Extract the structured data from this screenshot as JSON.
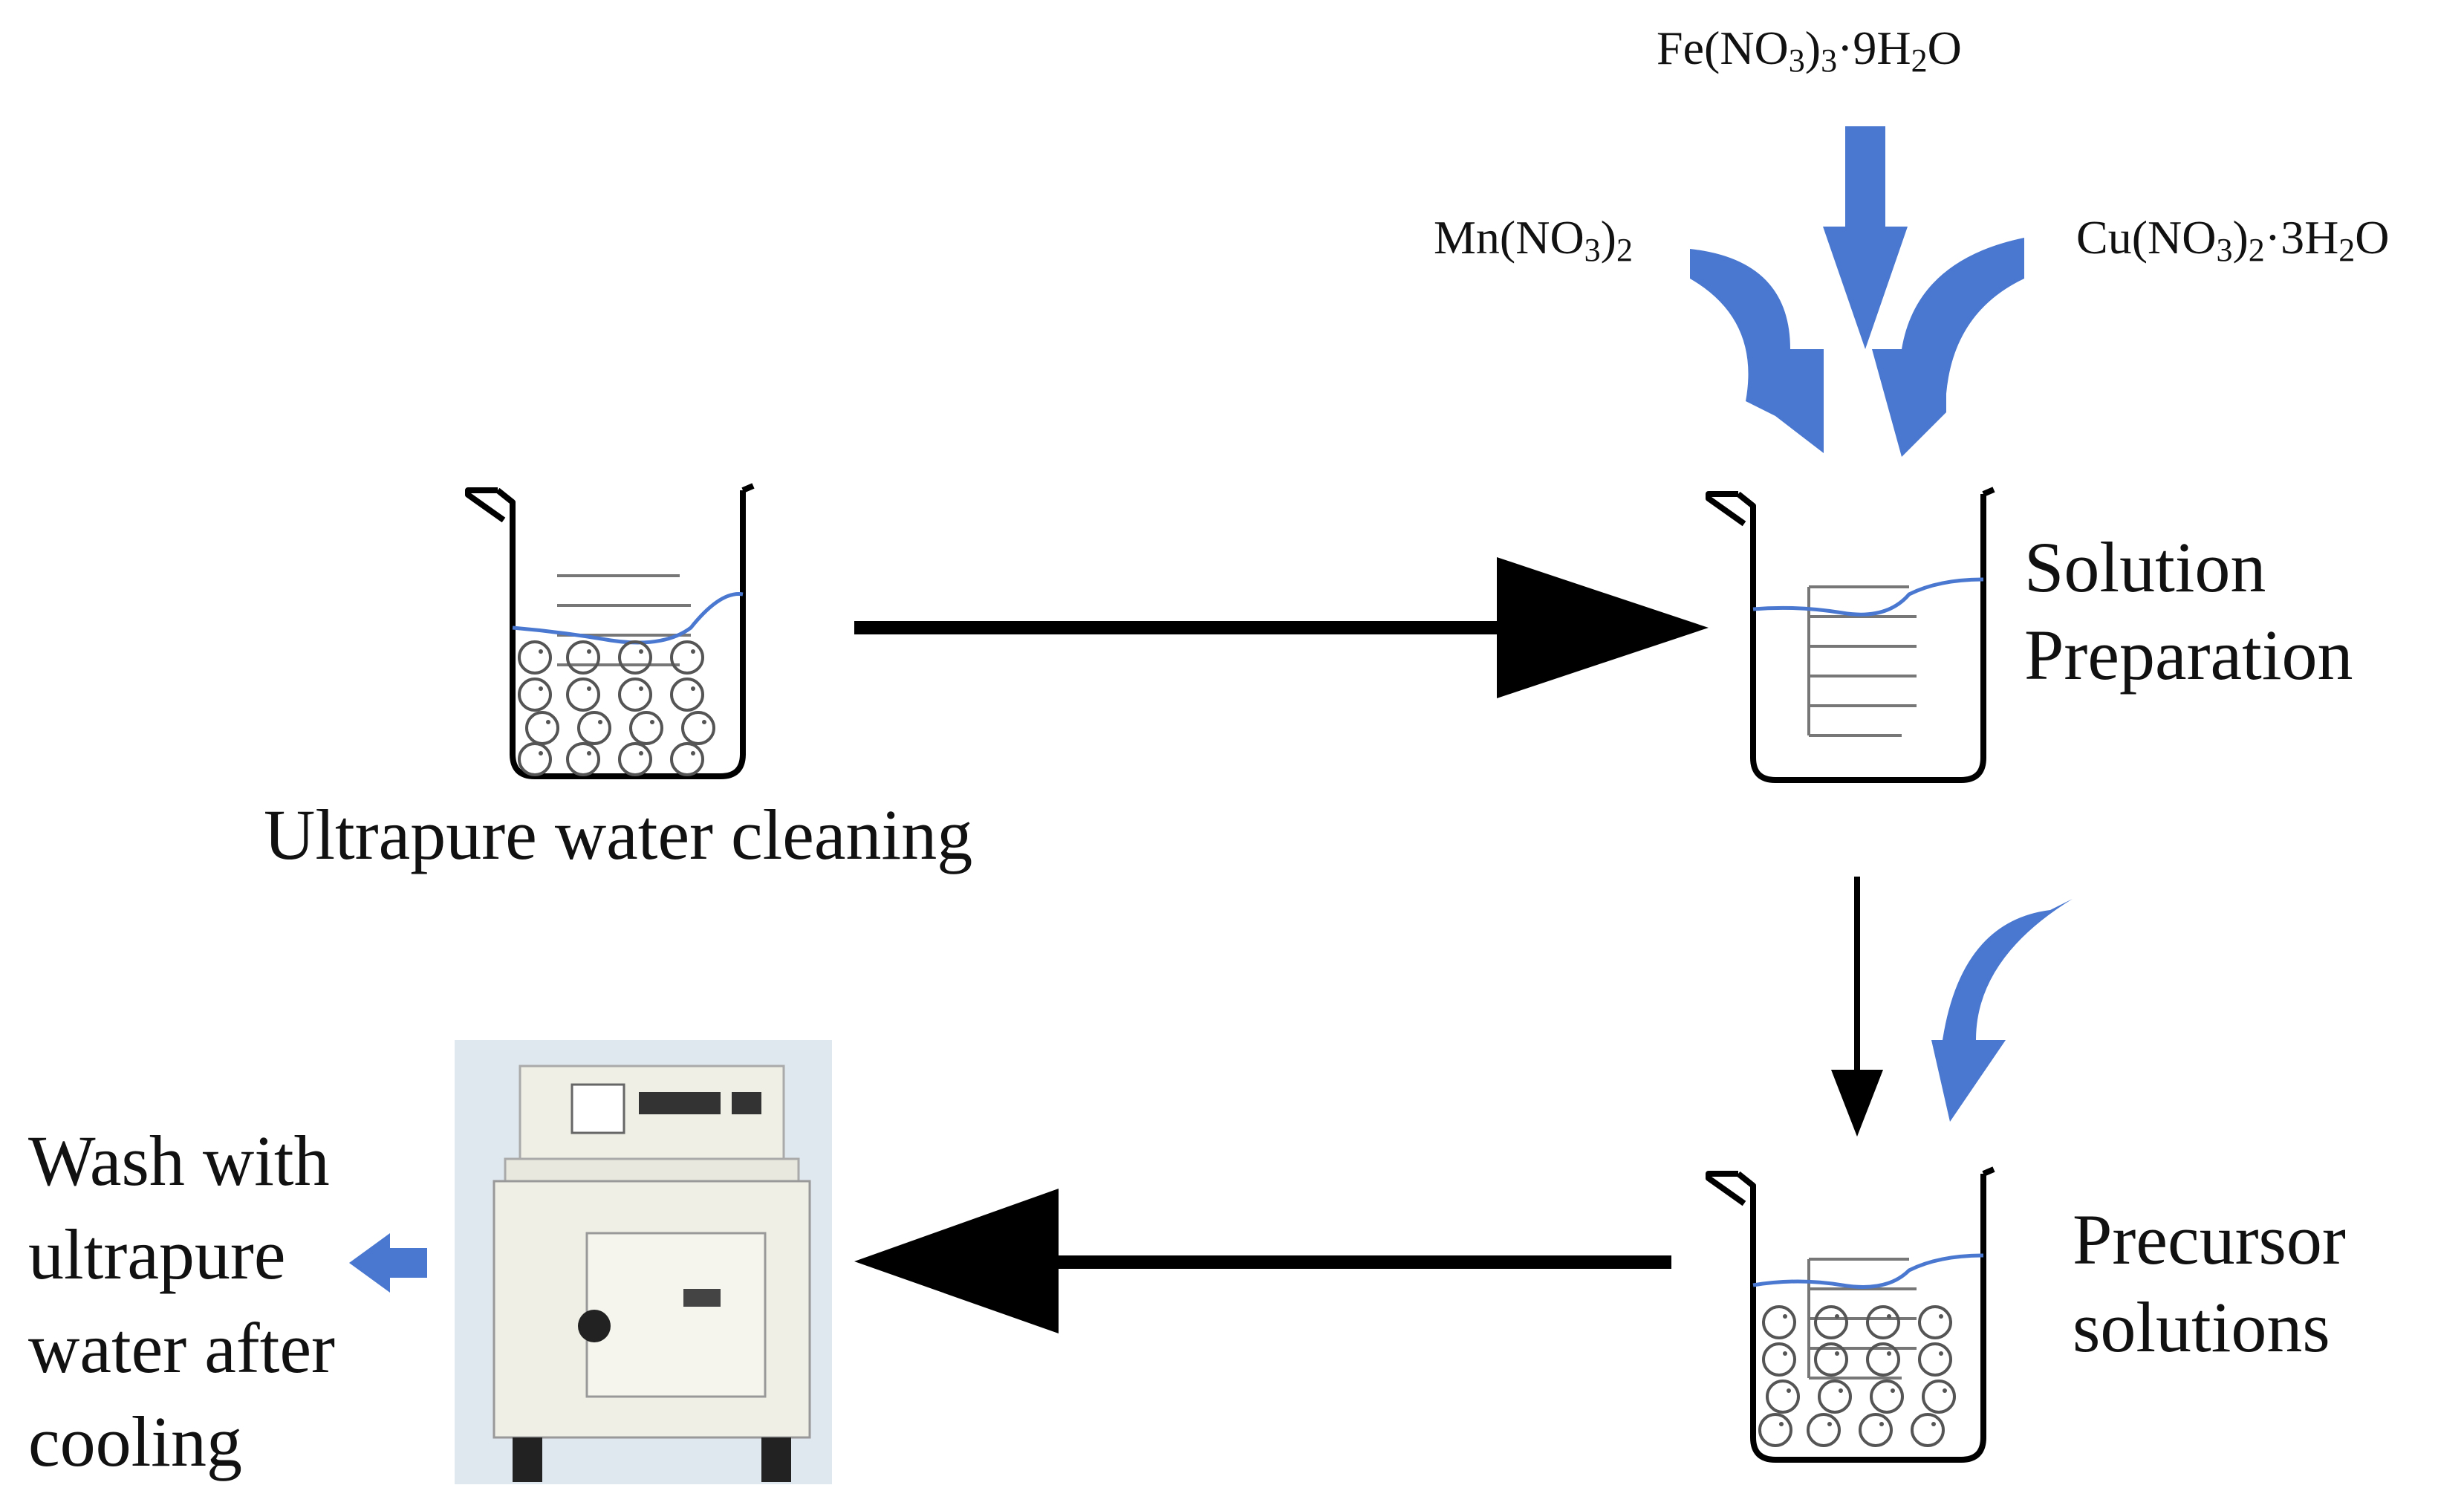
{
  "reagents": {
    "fe": {
      "base": "Fe(NO",
      "sub1": "3",
      "mid": ")",
      "sub2": "3",
      "tail": "·9H",
      "sub3": "2",
      "end": "O"
    },
    "mn": {
      "base": "Mn(NO",
      "sub1": "3",
      "mid": ")",
      "sub2": "2"
    },
    "cu": {
      "base": "Cu(NO",
      "sub1": "3",
      "mid": ")",
      "sub2": "2",
      "tail": "·3H",
      "sub3": "2",
      "end": "O"
    }
  },
  "steps": {
    "cleaning": "Ultrapure water cleaning",
    "solution_prep": [
      "Solution",
      "Preparation"
    ],
    "precursor": [
      "Precursor",
      "solutions"
    ],
    "wash": [
      "Wash with",
      "ultrapure",
      "water after",
      "cooling"
    ]
  },
  "colors": {
    "blue_arrow": "#4a78d0",
    "liquid": "#4a78d0",
    "black": "#000000"
  },
  "icons": [
    "beaker-icon",
    "muffle-furnace-icon",
    "arrow-icon"
  ]
}
